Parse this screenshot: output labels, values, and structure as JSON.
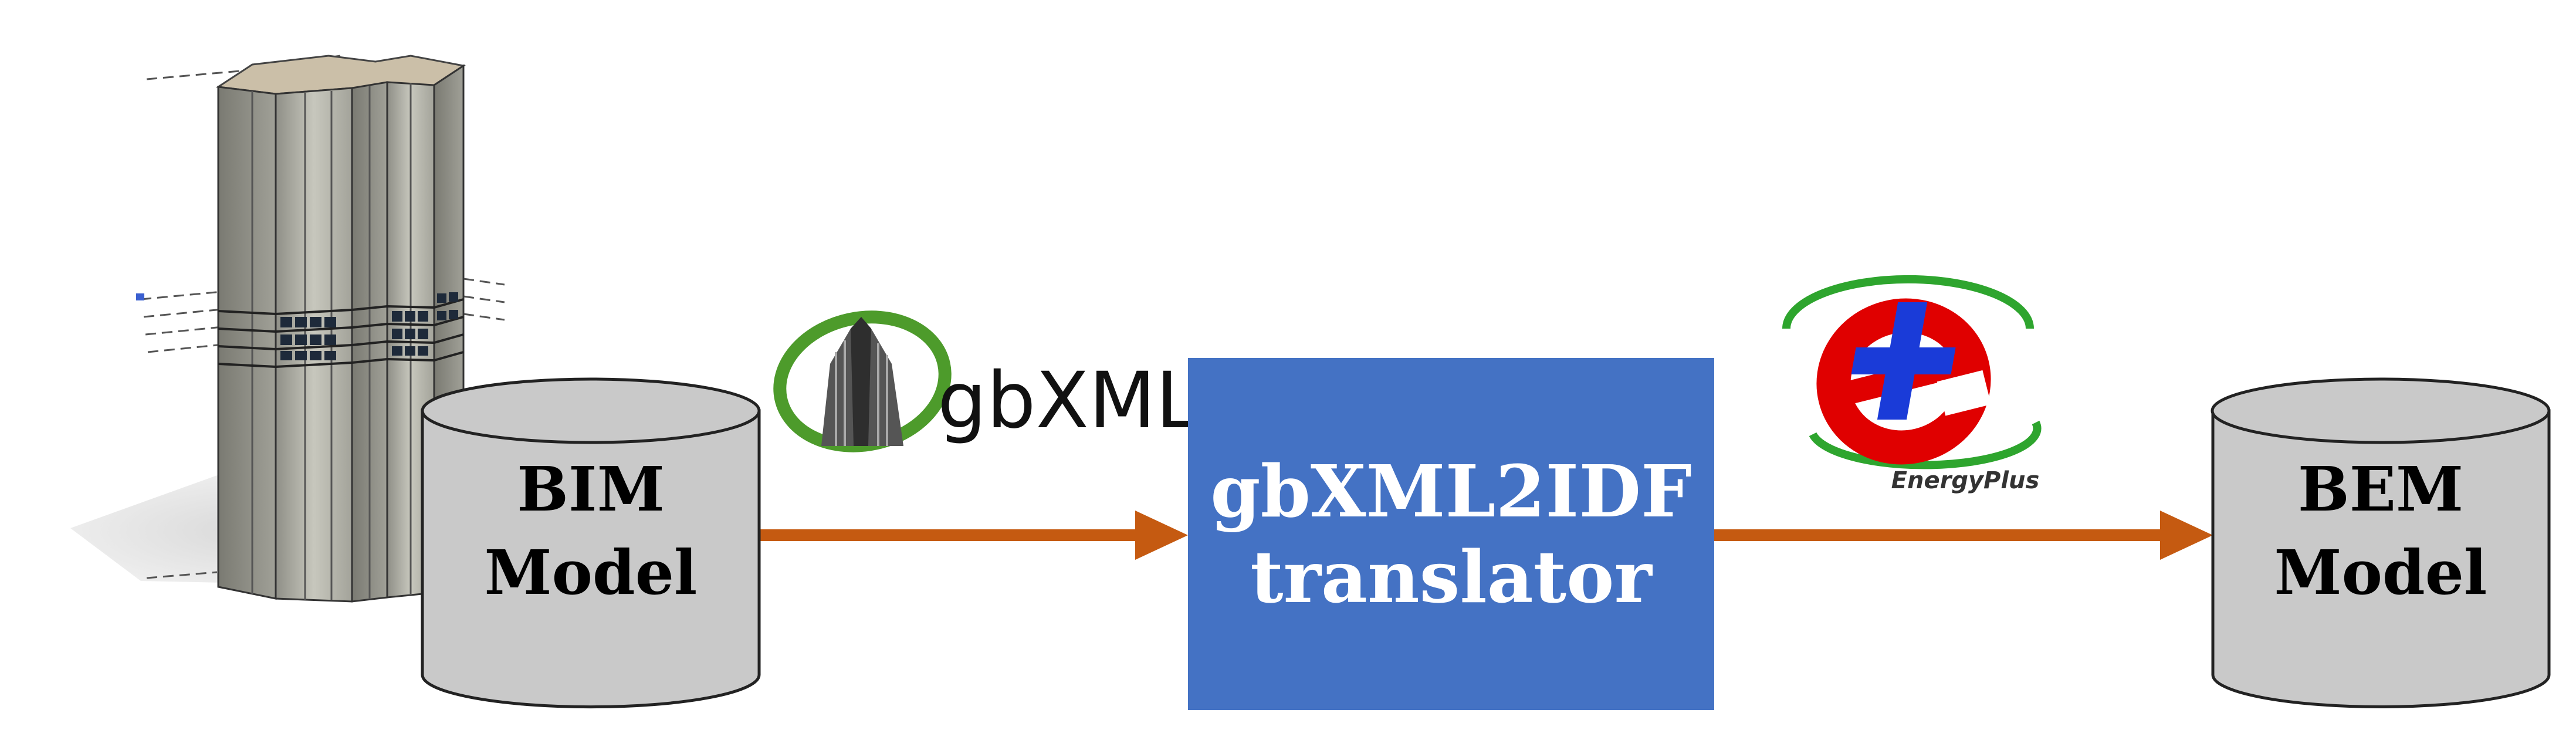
{
  "nodes": {
    "bim": {
      "line1": "BIM",
      "line2": "Model"
    },
    "translator": {
      "line1": "gbXML2IDF",
      "line2": "translator"
    },
    "bem": {
      "line1": "BEM",
      "line2": "Model"
    }
  },
  "logos": {
    "gbxml": {
      "icon": "gbxml-logo",
      "wordmark": "gbXML"
    },
    "energyplus": {
      "icon": "energyplus-logo",
      "wordmark": "EnergyPlus"
    }
  },
  "illustration": {
    "icon": "building-model-3d"
  },
  "colors": {
    "cylinder_fill": "#c9c9c9",
    "cylinder_stroke": "#222222",
    "arrow": "#c55a11",
    "translator_box": "#4472c4",
    "gbxml_green": "#4d9b2b",
    "eplus_red": "#e00000",
    "eplus_blue": "#1a3bd8",
    "eplus_green": "#2ea52e"
  }
}
